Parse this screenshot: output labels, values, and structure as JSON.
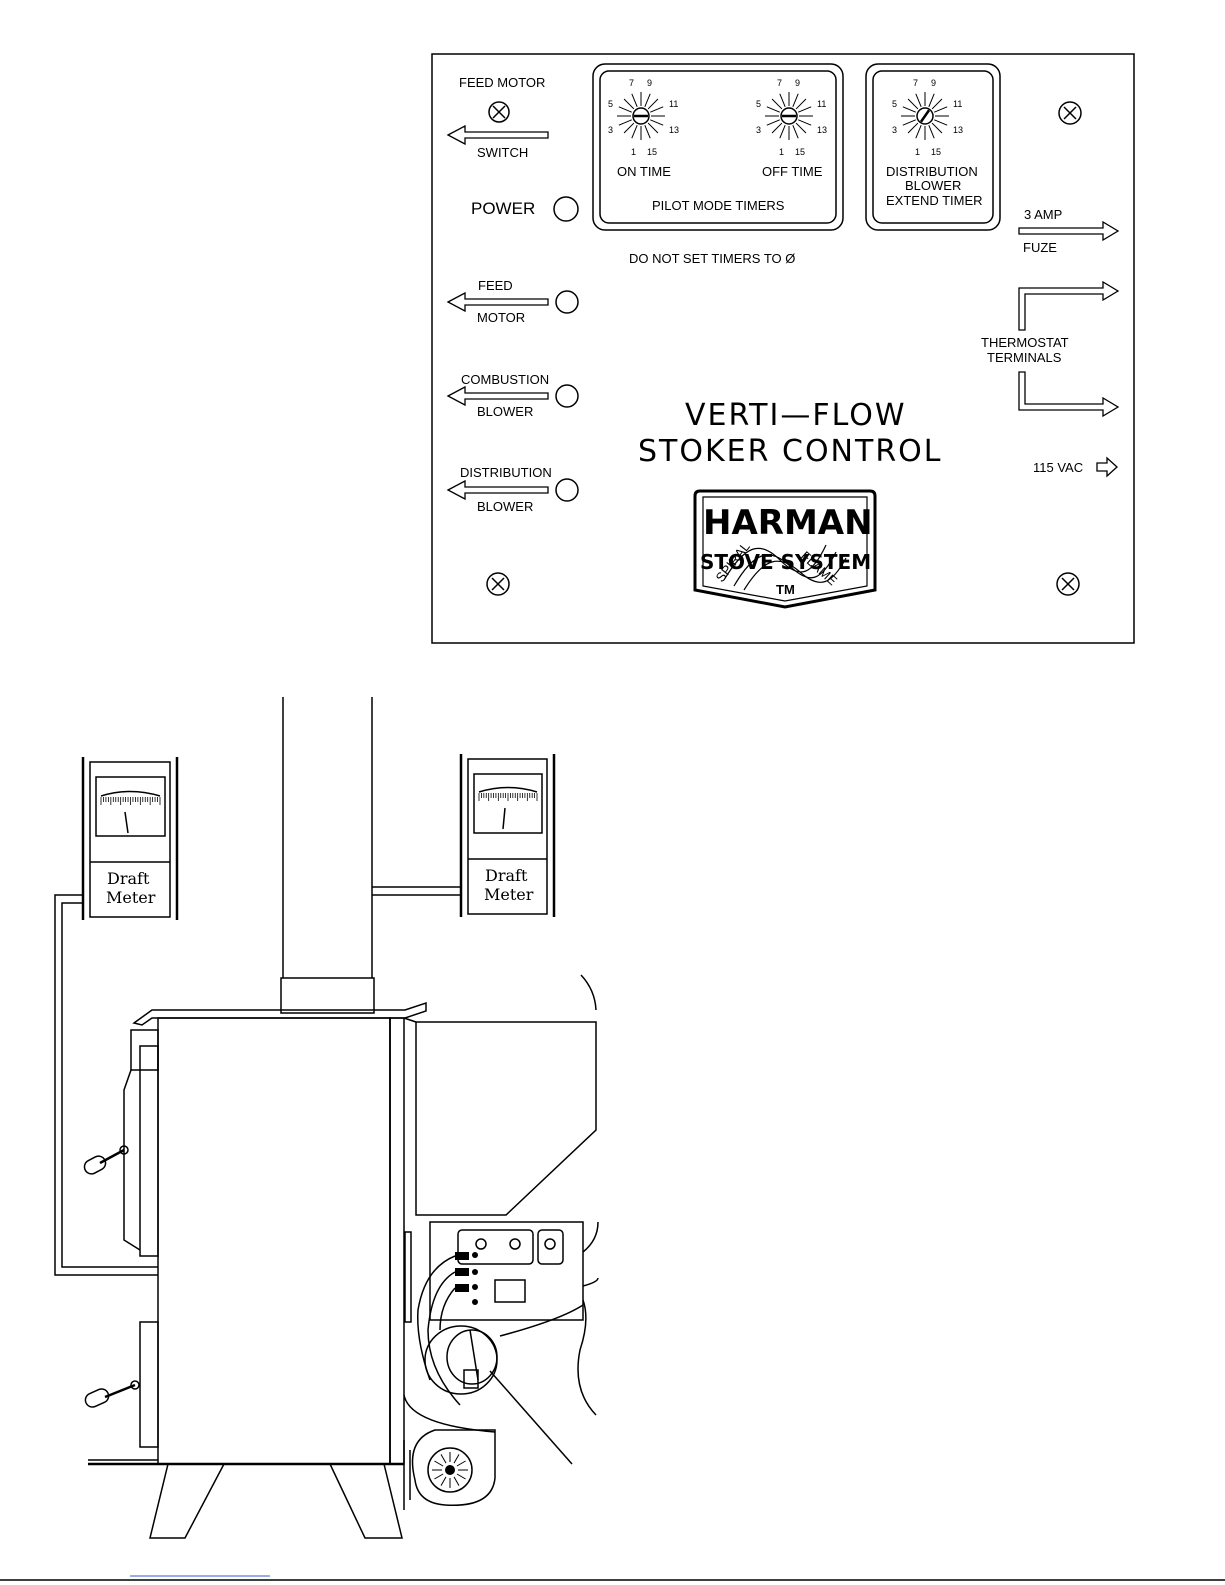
{
  "panel": {
    "feed_motor_switch_top": "FEED MOTOR",
    "feed_motor_switch_bottom": "SWITCH",
    "power": "POWER",
    "feed_top": "FEED",
    "feed_bottom": "MOTOR",
    "combustion_top": "COMBUSTION",
    "combustion_bottom": "BLOWER",
    "distribution_top": "DISTRIBUTION",
    "distribution_bottom": "BLOWER",
    "on_time": "ON TIME",
    "off_time": "OFF TIME",
    "pilot_mode_timers": "PILOT MODE TIMERS",
    "dist_timer_line1": "DISTRIBUTION",
    "dist_timer_line2": "BLOWER",
    "dist_timer_line3": "EXTEND TIMER",
    "warning": "DO NOT SET TIMERS TO Ø",
    "fuse_top": "3 AMP",
    "fuse_bottom": "FUZE",
    "thermostat_line1": "THERMOSTAT",
    "thermostat_line2": "TERMINALS",
    "vac": "115 VAC",
    "title_line1": "VERTI—FLOW",
    "title_line2": "STOKER CONTROL",
    "dial_numbers": [
      "7",
      "9",
      "5",
      "11",
      "3",
      "13",
      "1",
      "15"
    ]
  },
  "logo": {
    "brand": "HARMAN",
    "system": "STOVE SYSTEM",
    "ribbon_left": "SPIRAL",
    "ribbon_right": "FLAME",
    "tm": "TM"
  },
  "meters": {
    "left_label_line1": "Draft",
    "left_label_line2": "Meter",
    "right_label_line1": "Draft",
    "right_label_line2": "Meter"
  }
}
